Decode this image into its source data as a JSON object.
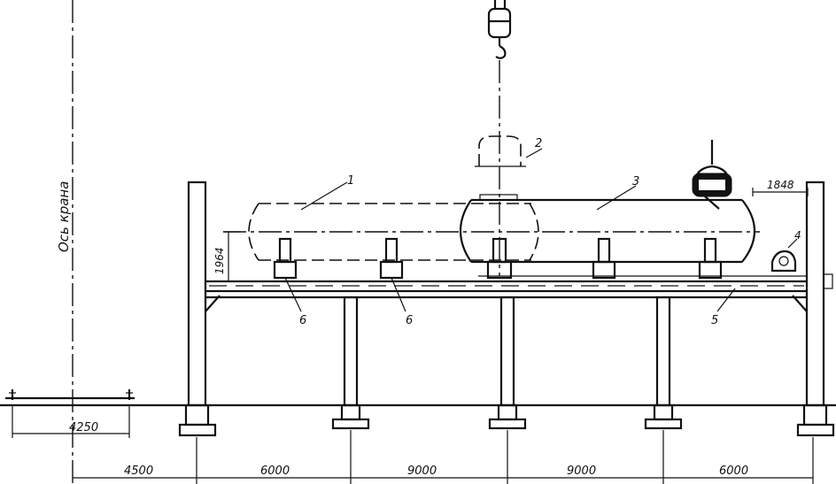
{
  "drawing": {
    "axis_label": "Ось крана",
    "callouts": {
      "item_1": "1",
      "item_2": "2",
      "item_3": "3",
      "item_4": "4",
      "item_5": "5",
      "item_6_left": "6",
      "item_6_right": "6"
    },
    "dimensions": {
      "height_vessel": "1964",
      "right_offset": "1848",
      "ground_span": "4250",
      "spans": [
        "4500",
        "6000",
        "9000",
        "9000",
        "6000"
      ]
    }
  }
}
